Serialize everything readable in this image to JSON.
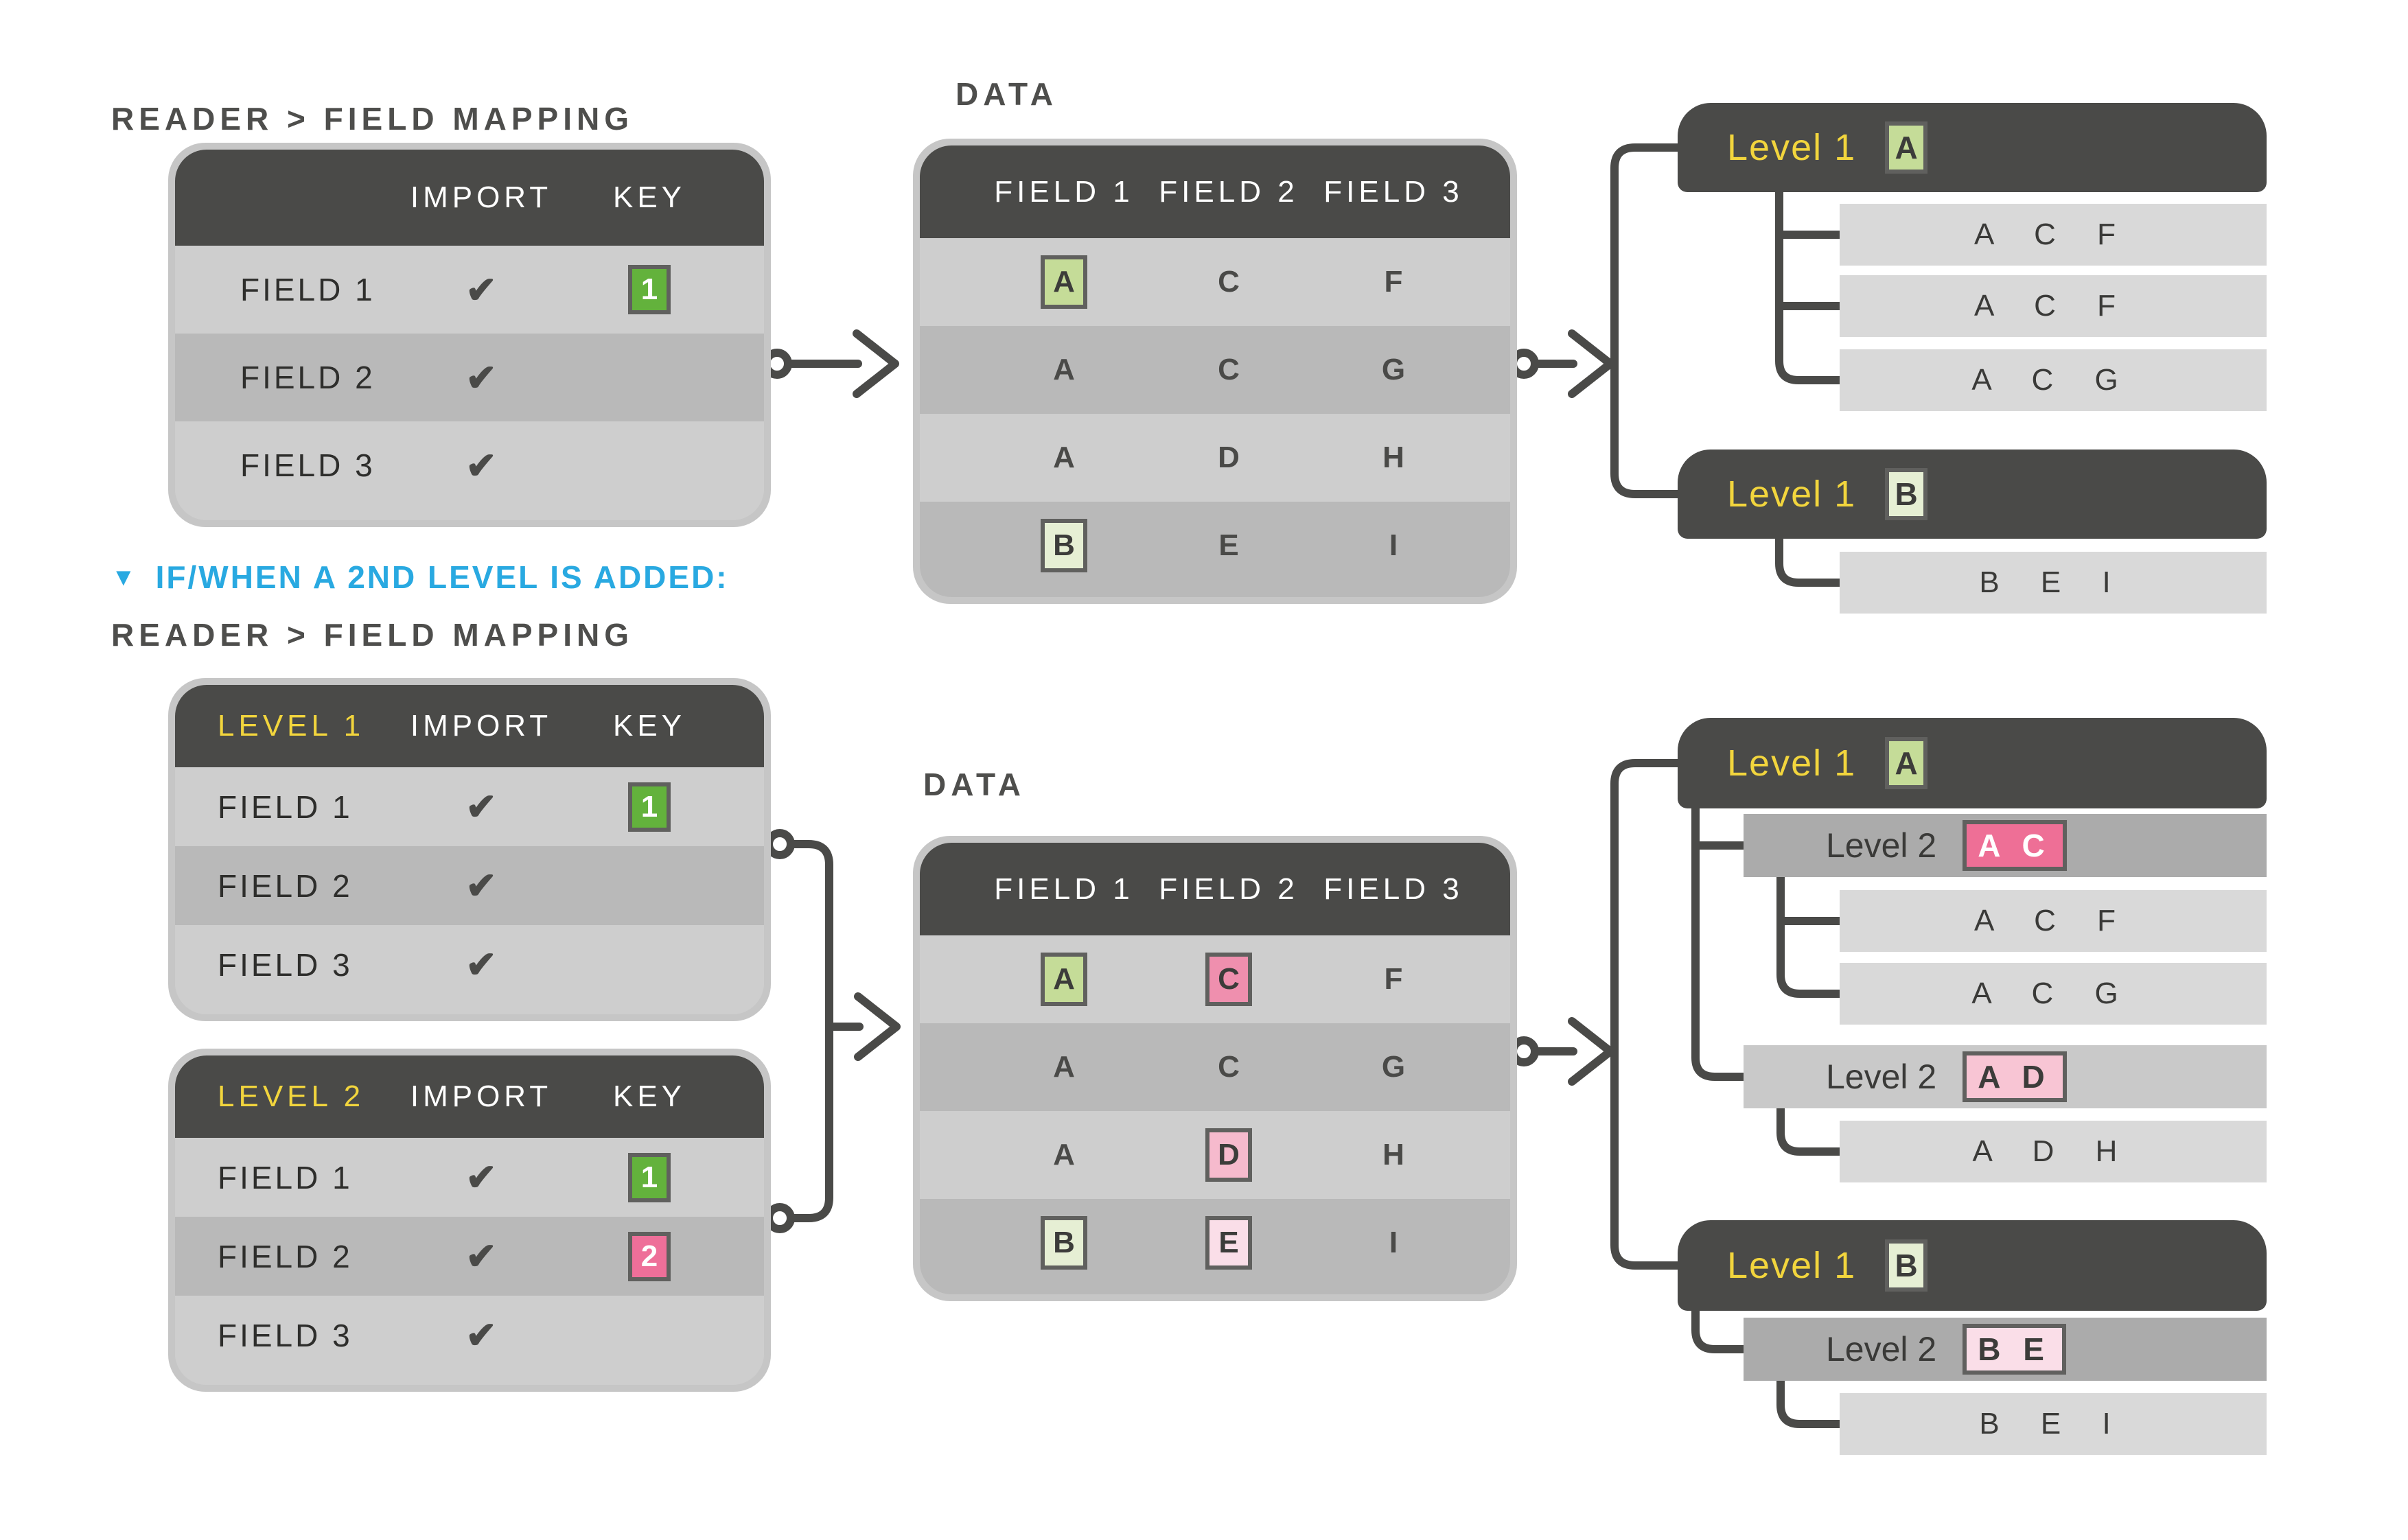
{
  "glyphs": {
    "check": "✔",
    "triangle": "▼"
  },
  "colors": {
    "dark": "#4a4a48",
    "ring": "#c6c6c6",
    "row_light": "#cecece",
    "row_dark": "#b9b9b9",
    "tree_row": "#d9d9d9",
    "bar_dark": "#ababab",
    "bar_light": "#c9c9c9",
    "yellow": "#f2d53d",
    "blue": "#29a9e1",
    "green_key": "#63b23c",
    "pink_key": "#ee6f99",
    "badge_a": "#c5dc98",
    "badge_b": "#e6efd4",
    "badge_c": "#ef8fae",
    "badge_d": "#f6bacd",
    "badge_e": "#fadee8",
    "badge_ac": "#ee6f96",
    "badge_ad": "#f8c5d4",
    "badge_be": "#fadee8"
  },
  "top": {
    "title": "READER > FIELD MAPPING",
    "mapping": {
      "header": {
        "import": "IMPORT",
        "key": "KEY"
      },
      "rows": [
        {
          "label": "FIELD 1",
          "key": "1"
        },
        {
          "label": "FIELD 2",
          "key": ""
        },
        {
          "label": "FIELD 3",
          "key": ""
        }
      ]
    },
    "data_label": "DATA",
    "data": {
      "header": [
        "FIELD 1",
        "FIELD 2",
        "FIELD 3"
      ],
      "rows": [
        [
          "A",
          "C",
          "F"
        ],
        [
          "A",
          "C",
          "G"
        ],
        [
          "A",
          "D",
          "H"
        ],
        [
          "B",
          "E",
          "I"
        ]
      ]
    },
    "tree": {
      "group_a": {
        "label": "Level 1",
        "badge": "A",
        "rows": [
          "A C F",
          "A C F",
          "A C G"
        ]
      },
      "group_b": {
        "label": "Level 1",
        "badge": "B",
        "rows": [
          "B E I"
        ]
      }
    }
  },
  "callout": {
    "text": "IF/WHEN A 2ND LEVEL IS ADDED:"
  },
  "bottom": {
    "title": "READER > FIELD MAPPING",
    "level1": {
      "header": {
        "level": "LEVEL 1",
        "import": "IMPORT",
        "key": "KEY"
      },
      "rows": [
        {
          "label": "FIELD 1",
          "key": "1"
        },
        {
          "label": "FIELD 2",
          "key": ""
        },
        {
          "label": "FIELD 3",
          "key": ""
        }
      ]
    },
    "level2": {
      "header": {
        "level": "LEVEL 2",
        "import": "IMPORT",
        "key": "KEY"
      },
      "rows": [
        {
          "label": "FIELD 1",
          "key": "1"
        },
        {
          "label": "FIELD 2",
          "key": "2"
        },
        {
          "label": "FIELD 3",
          "key": ""
        }
      ]
    },
    "data_label": "DATA",
    "data": {
      "header": [
        "FIELD 1",
        "FIELD 2",
        "FIELD 3"
      ],
      "rows": [
        [
          "A",
          "C",
          "F"
        ],
        [
          "A",
          "C",
          "G"
        ],
        [
          "A",
          "D",
          "H"
        ],
        [
          "B",
          "E",
          "I"
        ]
      ]
    },
    "tree": {
      "group_a": {
        "label": "Level 1",
        "badge": "A",
        "l2_ac": {
          "label": "Level 2",
          "badge": "A C",
          "rows": [
            "A C F",
            "A C G"
          ]
        },
        "l2_ad": {
          "label": "Level 2",
          "badge": "A D",
          "rows": [
            "A D H"
          ]
        }
      },
      "group_b": {
        "label": "Level 1",
        "badge": "B",
        "l2_be": {
          "label": "Level 2",
          "badge": "B E",
          "rows": [
            "B E I"
          ]
        }
      }
    }
  }
}
